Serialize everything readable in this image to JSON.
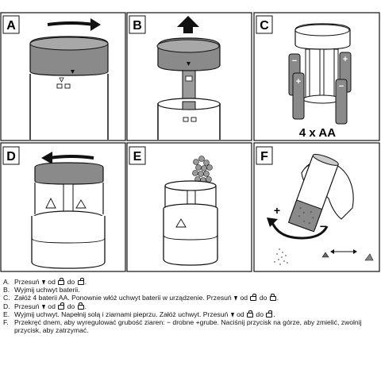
{
  "panels": [
    {
      "letter": "A"
    },
    {
      "letter": "B"
    },
    {
      "letter": "C",
      "caption": "4 x AA"
    },
    {
      "letter": "D"
    },
    {
      "letter": "E"
    },
    {
      "letter": "F",
      "plus": "+",
      "minus": "−"
    }
  ],
  "instructions": [
    {
      "letter": "A.",
      "parts": [
        "Przesuń ",
        "tri",
        " od ",
        "lock",
        " do ",
        "open",
        "."
      ]
    },
    {
      "letter": "B.",
      "parts": [
        "Wyjmij uchwyt  baterii."
      ]
    },
    {
      "letter": "C.",
      "parts": [
        "Załóż 4 baterii AA. Ponownie włóż uchwyt baterii w urządzenie. Przesuń ",
        "tri",
        " od ",
        "open",
        " do ",
        "lock",
        "."
      ]
    },
    {
      "letter": "D.",
      "parts": [
        "Przesuń ",
        "tri",
        " od ",
        "open",
        " do ",
        "lock",
        "."
      ]
    },
    {
      "letter": "E.",
      "parts": [
        "Wyjmij uchwyt. Napełnij solą i ziarnami pieprzu. Załóż uchwyt. Przesuń ",
        "tri",
        " od ",
        "lock",
        " do ",
        "open",
        "."
      ]
    },
    {
      "letter": "F.",
      "parts": [
        "Przekręć dnem, aby wyregulować grubość ziaren: − drobne +grube. Naciśnij przycisk na górze, aby zmielić, zwolnij przycisk, aby zatrzymać."
      ]
    }
  ],
  "colors": {
    "line": "#111111",
    "cap": "#8a8a8a",
    "capDark": "#5a5a5a",
    "body": "#ffffff"
  }
}
